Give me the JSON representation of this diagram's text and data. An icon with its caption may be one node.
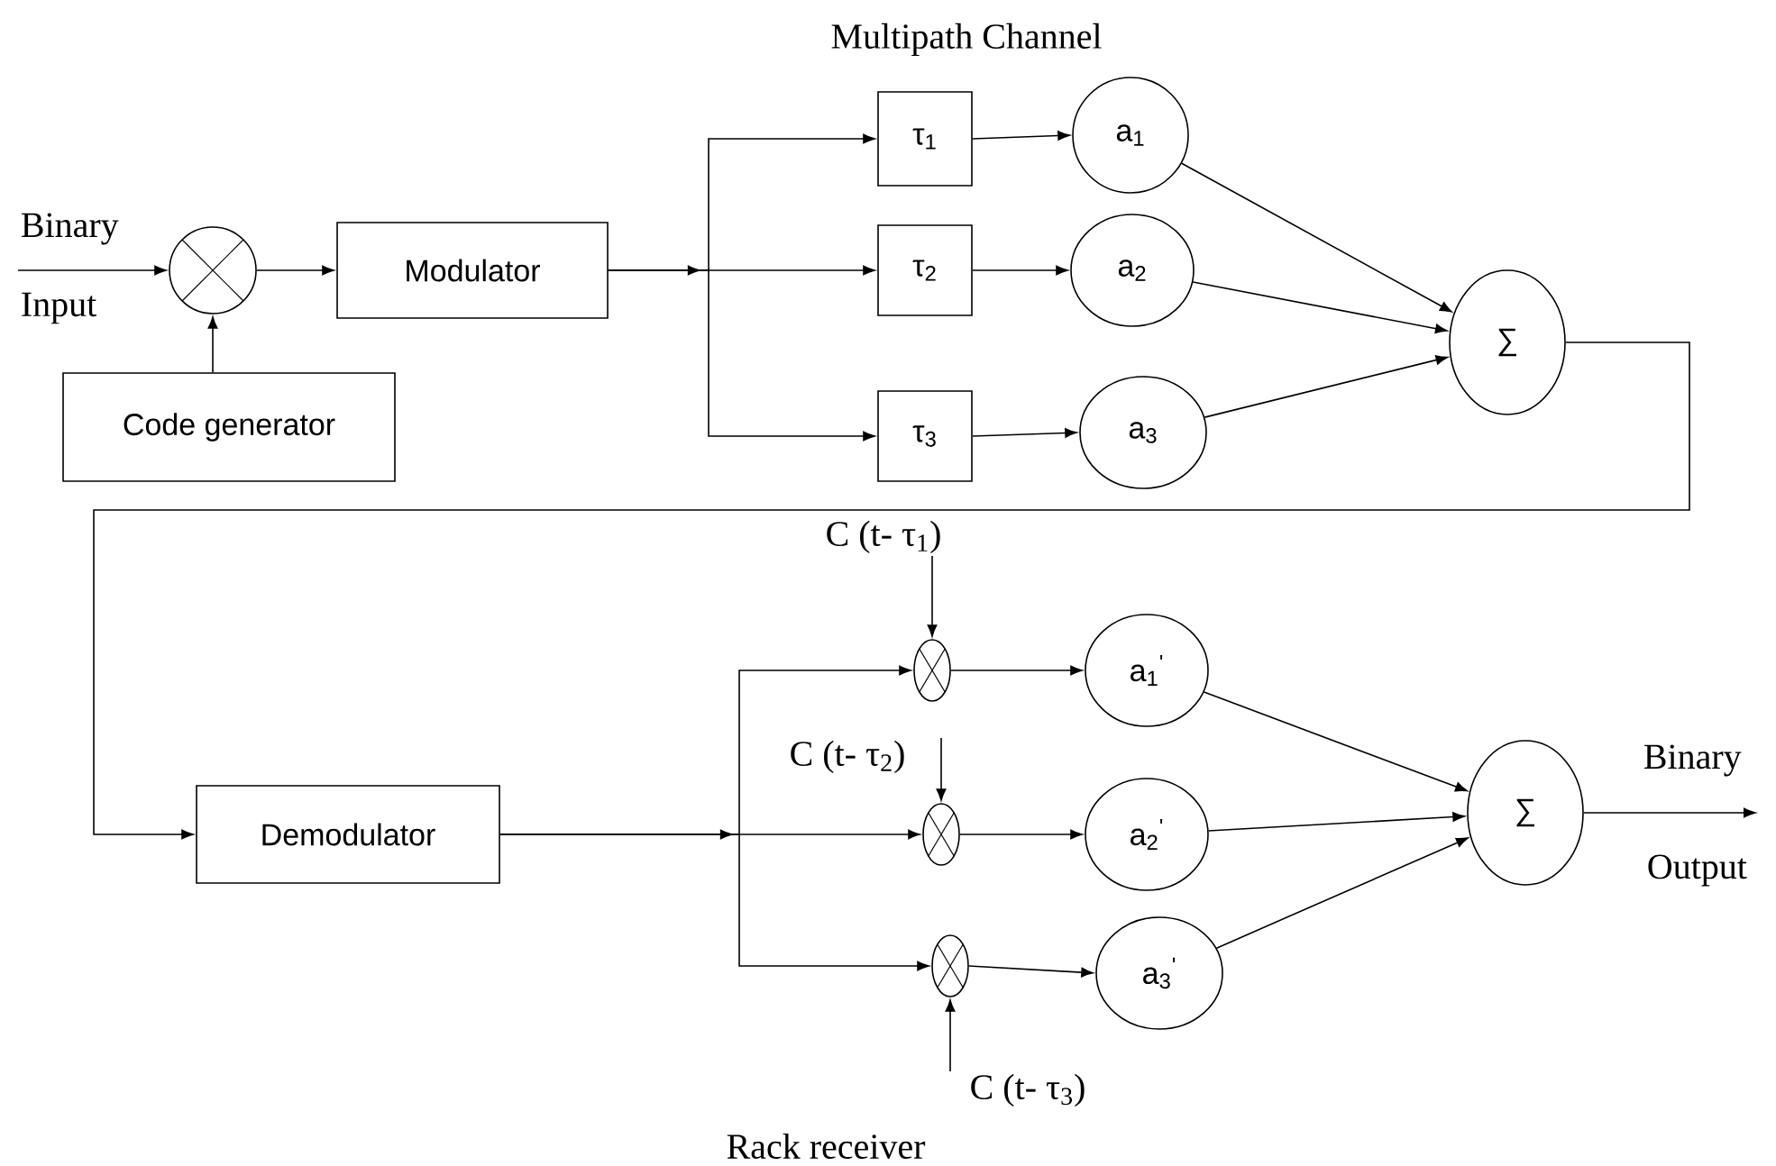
{
  "diagram": {
    "nodes": [
      {
        "text": [],
        "shape": "circle"
      },
      {
        "text": [
          "Modulator"
        ]
      },
      {
        "text": [
          "Code generator"
        ]
      },
      {
        "text": [
          "τ$_{1}$"
        ]
      },
      {
        "text": [
          "τ$_{2}$"
        ]
      },
      {
        "text": [
          "τ$_{3}$"
        ]
      },
      {
        "text": [
          "a$_{1}$"
        ]
      },
      {
        "text": [
          "a$_{2}$"
        ]
      },
      {
        "text": [
          "a$_{3}$"
        ]
      },
      {
        "text": [
          "∑"
        ]
      },
      {
        "text": [
          "Demodulator"
        ]
      },
      {
        "text": [
          "C (t- τ$_{1}$)"
        ]
      },
      {
        "text": [],
        "shape": "circle"
      },
      {
        "text": [
          "C (t- τ$_{2}$)"
        ]
      },
      {
        "text": [],
        "shape": "circle"
      },
      {
        "text": [],
        "shape": "circle"
      },
      {
        "text": [
          "C (t- τ$_{3}$)"
        ]
      },
      {
        "text": [
          "a$_{1}$$^{'}$"
        ]
      },
      {
        "text": [
          "a$_{2}$$^{'}$"
        ]
      },
      {
        "text": [
          "a$_{3}$$^{'}$"
        ]
      },
      {
        "text": [
          "∑"
        ]
      }
    ],
    "edges": [
      {
        "from": null,
        "to": 0,
        "arrow": "to"
      },
      {
        "from": 2,
        "to": 0,
        "arrow": "to"
      },
      {
        "from": 0,
        "to": 1,
        "arrow": "to"
      },
      {
        "from": 1,
        "to": 3,
        "arrow": "to"
      },
      {
        "from": 1,
        "to": 4,
        "arrow": "to"
      },
      {
        "from": 1,
        "to": 5,
        "arrow": "to"
      },
      {
        "from": 3,
        "to": 6,
        "arrow": "to"
      },
      {
        "from": 4,
        "to": 7,
        "arrow": "to"
      },
      {
        "from": 5,
        "to": 8,
        "arrow": "to"
      },
      {
        "from": 6,
        "to": 9,
        "arrow": "to"
      },
      {
        "from": 7,
        "to": 9,
        "arrow": "to"
      },
      {
        "from": 8,
        "to": 9,
        "arrow": "to"
      },
      {
        "from": 9,
        "to": 10,
        "arrow": "to"
      },
      {
        "from": 10,
        "to": 12,
        "arrow": "to"
      },
      {
        "from": 10,
        "to": 14,
        "arrow": "to"
      },
      {
        "from": 10,
        "to": 15,
        "arrow": "to"
      },
      {
        "from": 11,
        "to": 12,
        "arrow": "to"
      },
      {
        "from": 13,
        "to": 14,
        "arrow": "to"
      },
      {
        "from": 16,
        "to": 15,
        "arrow": "to"
      },
      {
        "from": 12,
        "to": 17,
        "arrow": "to"
      },
      {
        "from": 14,
        "to": 18,
        "arrow": "to"
      },
      {
        "from": 15,
        "to": 19,
        "arrow": "to"
      },
      {
        "from": 17,
        "to": 20,
        "arrow": "to"
      },
      {
        "from": 18,
        "to": 20,
        "arrow": "to"
      },
      {
        "from": 19,
        "to": 20,
        "arrow": "to"
      },
      {
        "from": 20,
        "to": null,
        "arrow": "to"
      }
    ],
    "labels": [
      "Multipath Channel",
      "Binary",
      "Input",
      "Binary",
      "Output",
      "Rack receiver"
    ]
  }
}
